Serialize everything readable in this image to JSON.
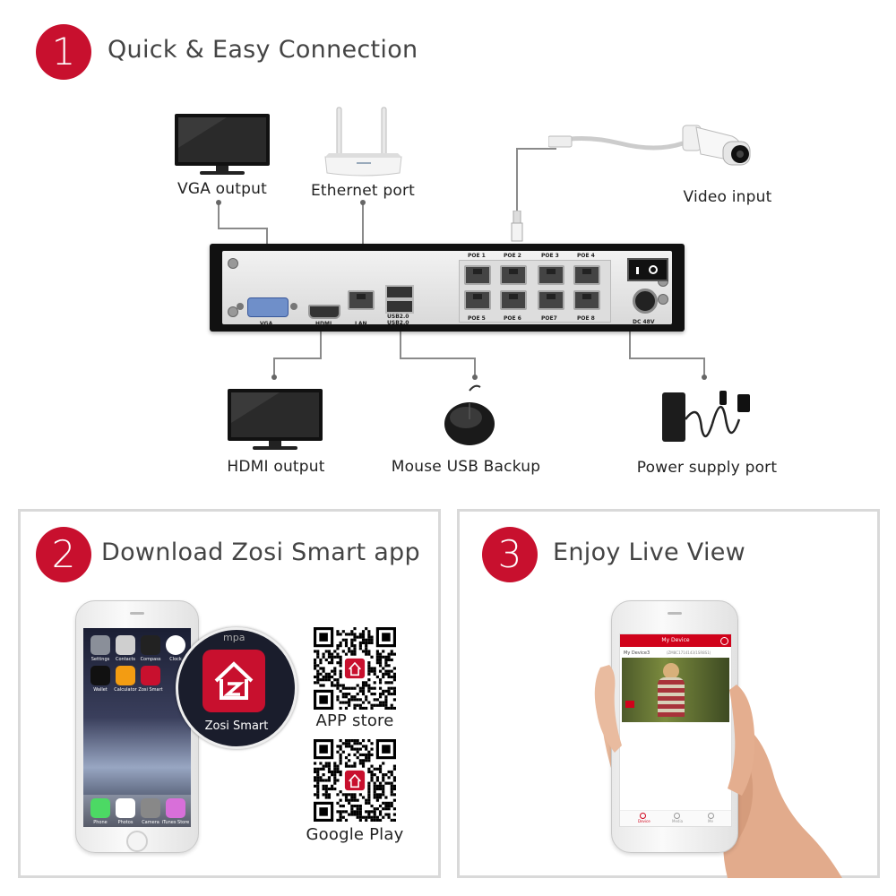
{
  "section1": {
    "number": "1",
    "title": "Quick & Easy Connection",
    "labels": {
      "vga_output": "VGA output",
      "ethernet_port": "Ethernet port",
      "video_input": "Video input",
      "hdmi_output": "HDMI output",
      "mouse_usb": "Mouse USB Backup",
      "power_supply": "Power supply port"
    },
    "nvr": {
      "vga": "VGA",
      "hdmi": "HDMI",
      "lan": "LAN",
      "usb_top": "USB2.0",
      "usb_bottom": "USB2.0",
      "poe_top": [
        "POE 1",
        "POE 2",
        "POE 3",
        "POE 4"
      ],
      "poe_bottom": [
        "POE 5",
        "POE 6",
        "POE7",
        "POE 8"
      ],
      "dc": "DC 48V"
    }
  },
  "section2": {
    "number": "2",
    "title": "Download Zosi Smart app",
    "zoom_app_name": "Zosi Smart",
    "zoom_top_text": "mpa",
    "phone_apps_row1": [
      "Settings",
      "Contacts",
      "Compass",
      "Clock"
    ],
    "phone_apps_row2": [
      "Wallet",
      "Calculator",
      "Zosi Smart"
    ],
    "dock_apps": [
      "Phone",
      "Photos",
      "Camera",
      "iTunes Store"
    ],
    "app_store_label": "APP store",
    "google_play_label": "Google Play"
  },
  "section3": {
    "number": "3",
    "title": "Enjoy Live View",
    "app_header": "My Device",
    "device_name": "My Device3",
    "device_id": "(ZM8C1714143/1SR8S1)",
    "tabs": [
      "Device",
      "Media",
      "Me"
    ]
  },
  "colors": {
    "accent_red": "#c8102e",
    "panel_border": "#d9d9d9"
  }
}
